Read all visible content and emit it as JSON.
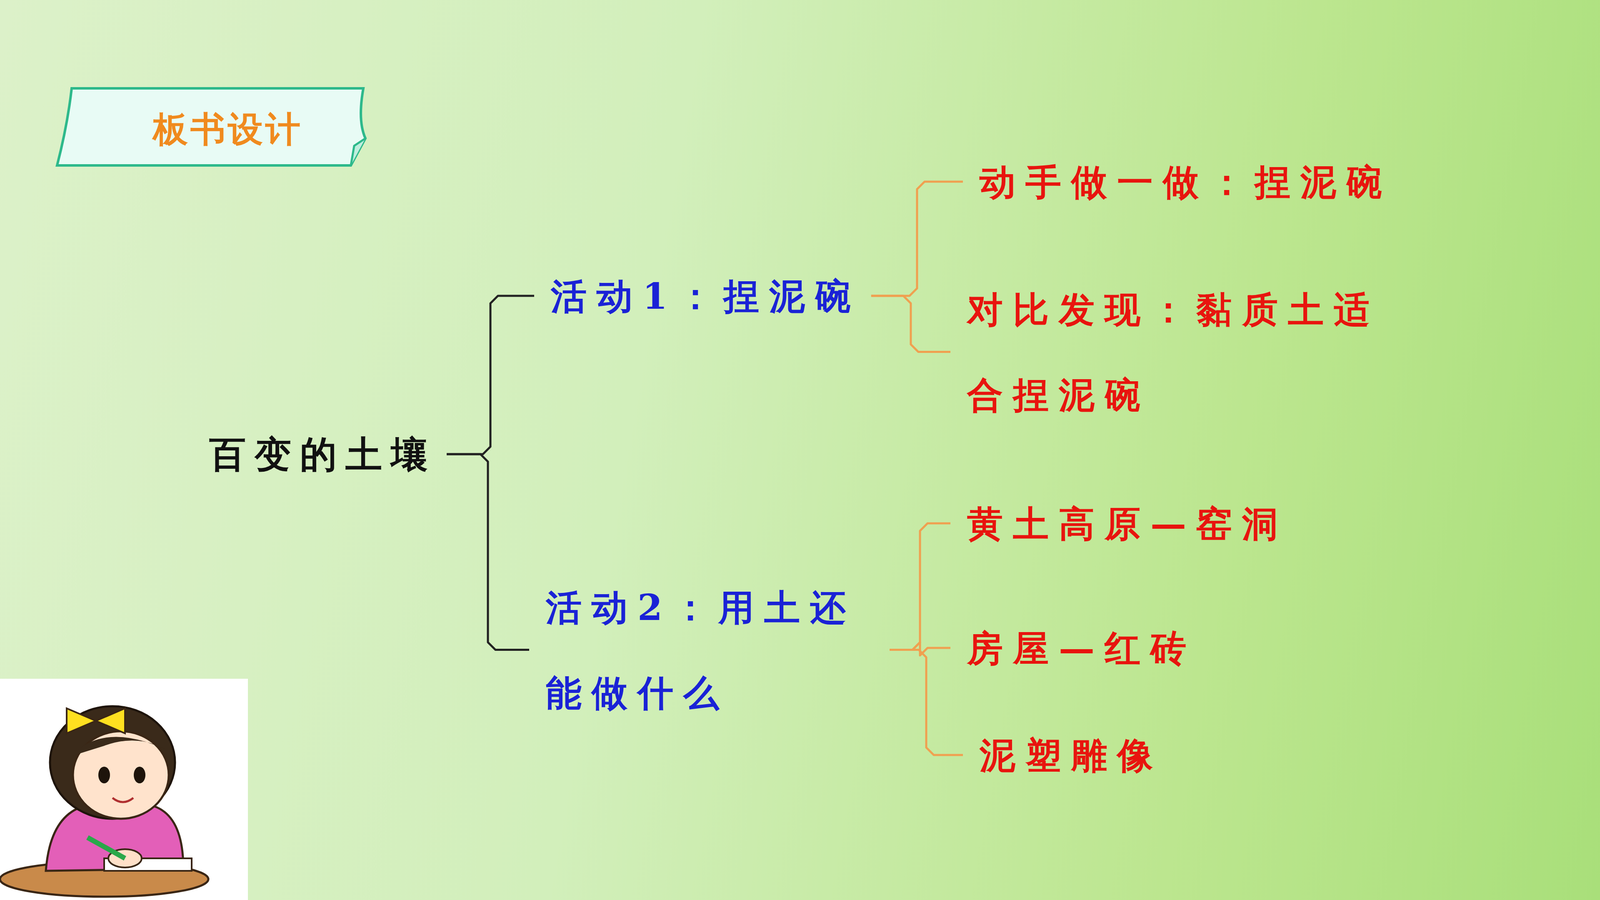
{
  "diagram": {
    "title": "板书设计",
    "nodes": [
      {
        "text": [
          "百变的土壤"
        ]
      },
      {
        "text": [
          "活动1：捏泥碗"
        ]
      },
      {
        "text": [
          "动手做一做：捏泥碗"
        ]
      },
      {
        "text": [
          "对比发现：黏质土适合捏泥碗"
        ]
      },
      {
        "text": [
          "活动2：用土还能做什么"
        ]
      },
      {
        "text": [
          "黄土高原—窑洞"
        ]
      },
      {
        "text": [
          "房屋—红砖"
        ]
      },
      {
        "text": [
          "泥塑雕像"
        ]
      }
    ],
    "edges": [
      {
        "from": 0,
        "to": 1,
        "arrow": "none"
      },
      {
        "from": 0,
        "to": 4,
        "arrow": "none"
      },
      {
        "from": 1,
        "to": 2,
        "arrow": "none"
      },
      {
        "from": 1,
        "to": 3,
        "arrow": "none"
      },
      {
        "from": 4,
        "to": 5,
        "arrow": "none"
      },
      {
        "from": 4,
        "to": 6,
        "arrow": "none"
      },
      {
        "from": 4,
        "to": 7,
        "arrow": "none"
      }
    ]
  }
}
